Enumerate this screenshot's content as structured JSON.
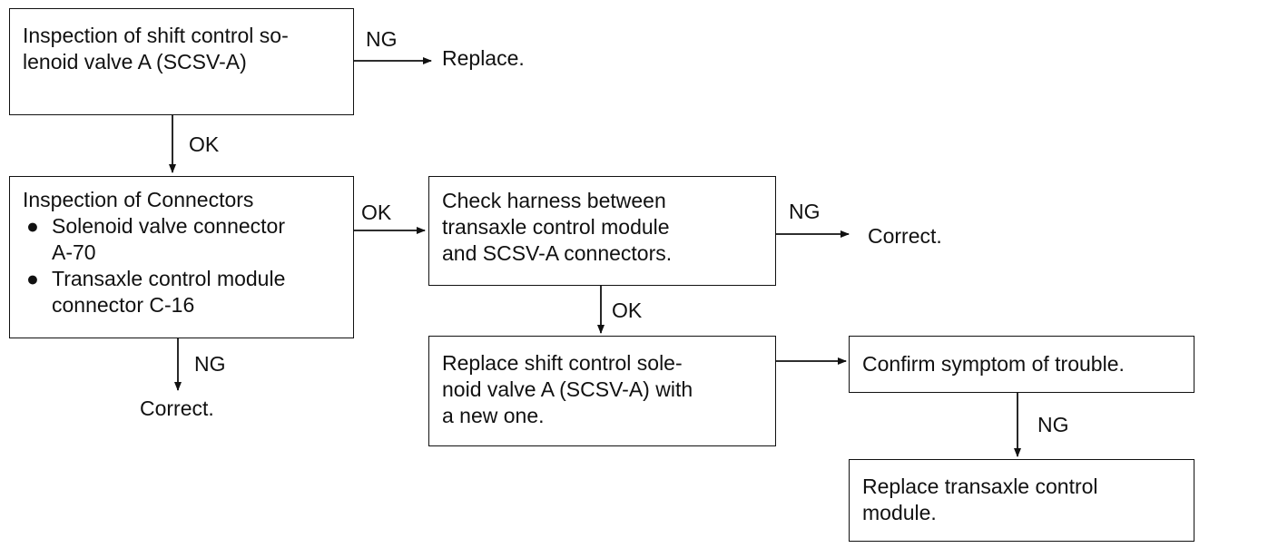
{
  "boxes": {
    "inspect_scsv": [
      "Inspection of shift control so-",
      "lenoid valve A (SCSV-A)"
    ],
    "inspect_connectors": {
      "title": "Inspection of Connectors",
      "bullet_glyph": "●",
      "items": [
        [
          "Solenoid valve connector",
          "A-70"
        ],
        [
          "Transaxle control module",
          "connector C-16"
        ]
      ]
    },
    "check_harness": [
      "Check harness between",
      "transaxle control module",
      "and SCSV-A connectors."
    ],
    "replace_scsv": [
      "Replace shift control sole-",
      "noid valve A (SCSV-A) with",
      "a new one."
    ],
    "confirm_symptom": [
      "Confirm symptom of trouble."
    ],
    "replace_tcm": [
      "Replace transaxle control",
      "module."
    ]
  },
  "labels": {
    "ng_1": "NG",
    "replace_result": "Replace.",
    "ok_1": "OK",
    "ok_2": "OK",
    "ng_2": "NG",
    "correct_result_1": "Correct.",
    "ok_3": "OK",
    "ng_3": "NG",
    "correct_result_2": "Correct.",
    "ng_4": "NG"
  },
  "colors": {
    "line": "#111111",
    "background": "#ffffff"
  }
}
